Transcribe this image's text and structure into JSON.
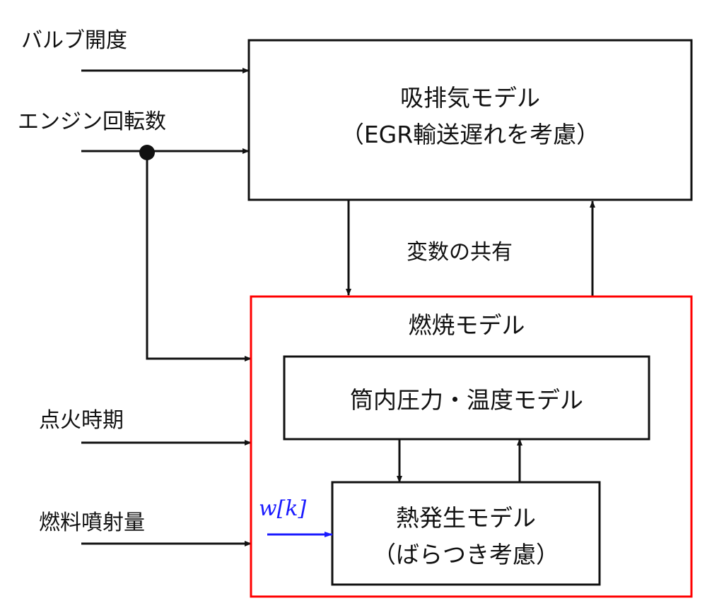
{
  "inputs": {
    "valve_opening": "バルブ開度",
    "engine_speed": "エンジン回転数",
    "ignition_timing": "点火時期",
    "fuel_injection": "燃料噴射量"
  },
  "intake_exhaust_model": {
    "title": "吸排気モデル",
    "subtitle": "（EGR輸送遅れを考慮）"
  },
  "shared_variables_label": "変数の共有",
  "combustion_model": {
    "title": "燃焼モデル",
    "pressure_temperature_model": "筒内圧力・温度モデル",
    "heat_release_model": {
      "title": "熱発生モデル",
      "subtitle": "（ばらつき考慮）"
    }
  },
  "disturbance_label": "w[k]",
  "colors": {
    "combustion_border": "#ff0000",
    "disturbance": "#1a1aff",
    "line": "#111111"
  }
}
